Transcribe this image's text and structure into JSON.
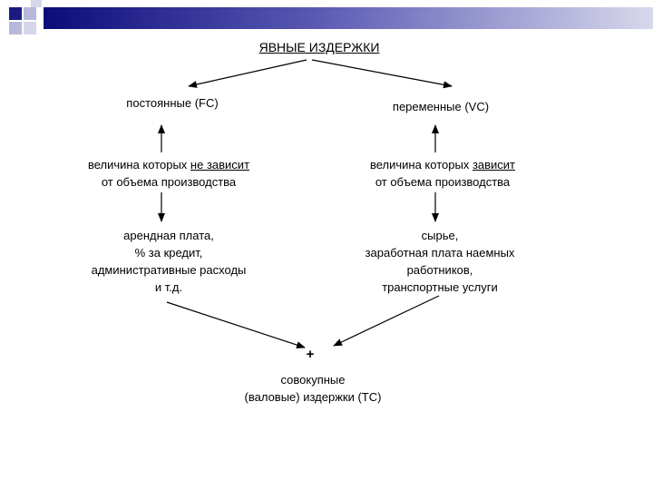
{
  "diagram": {
    "title": "ЯВНЫЕ  ИЗДЕРЖКИ",
    "fixed": {
      "label": "постоянные (FC)",
      "desc_pre": "величина которых ",
      "desc_underlined": "не зависит",
      "desc_line2": "от объема производства",
      "examples": [
        "арендная плата,",
        "% за кредит,",
        "административные расходы",
        "и т.д."
      ]
    },
    "variable": {
      "label": "переменные (VC)",
      "desc_pre": "величина которых ",
      "desc_underlined": "зависит",
      "desc_line2": "от объема производства",
      "examples": [
        "сырье,",
        "заработная плата наемных",
        "работников,",
        "транспортные услуги"
      ]
    },
    "plus": "+",
    "total": [
      "совокупные",
      "(валовые) издержки (ТС)"
    ]
  },
  "colors": {
    "header_dark": "#0c0c7a",
    "header_light": "#d8d8ec",
    "square_dark": "#1a1a80",
    "square_light": "#b8b8dc"
  }
}
